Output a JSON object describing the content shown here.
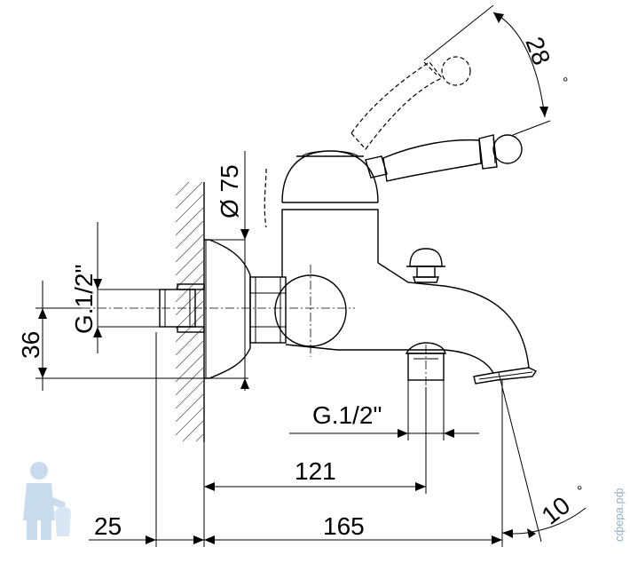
{
  "dimensions": {
    "inlet_thread": "G.1/2\"",
    "outlet_thread": "G.1/2\"",
    "height_36": "36",
    "diameter_75": "Ø 75",
    "depth_25": "25",
    "length_121": "121",
    "length_165": "165",
    "angle_28": "28",
    "angle_10": "10",
    "degree_sign": "°"
  },
  "watermark": {
    "text": "сфера.рф",
    "figure": "plumber-mascot"
  }
}
